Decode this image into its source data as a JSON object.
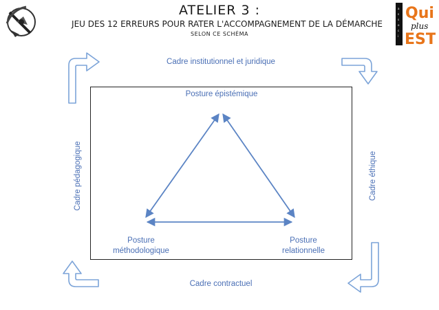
{
  "header": {
    "title": "Atelier 3 :",
    "subtitle": "Jeu des 12 erreurs pour rater l'accompagnement de la démarche",
    "subtitle2": "selon ce schéma"
  },
  "logo": {
    "brand_text_1": "Qui",
    "brand_text_2": "plus",
    "brand_text_3": "EST",
    "brand_color": "#e8751a"
  },
  "diagram": {
    "frame_labels": {
      "top": "Cadre  institutionnel et juridique",
      "right": "Cadre éthique",
      "bottom": "Cadre contractuel",
      "left": "Cadre pédagogique"
    },
    "vertices": {
      "top": "Posture épistémique",
      "bottom_left_line1": "Posture",
      "bottom_left_line2": "méthodologique",
      "bottom_right_line1": "Posture",
      "bottom_right_line2": "relationnelle"
    },
    "colors": {
      "text": "#4a6fb5",
      "arrow": "#5b84c4",
      "cycle_arrow_fill": "#ffffff",
      "cycle_arrow_stroke": "#7ba3d8"
    }
  }
}
